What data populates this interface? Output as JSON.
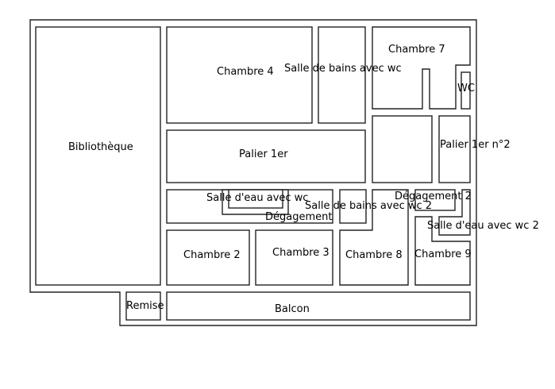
{
  "rooms": {
    "bibliotheque": "Bibliothèque",
    "chambre4": "Chambre 4",
    "salle_de_bains": "Salle de bains avec wc",
    "chambre7": "Chambre 7",
    "wc": "WC",
    "palier1": "Palier 1er",
    "palier2": "Palier 1er n°2",
    "salle_eau": "Salle d'eau avec wc",
    "degagement": "Dégagement",
    "salle_de_bains2": "Salle de bains avec wc 2",
    "degagement2": "Dégagement 2",
    "salle_eau2": "Salle d'eau avec wc 2",
    "chambre2": "Chambre 2",
    "chambre3": "Chambre 3",
    "chambre8": "Chambre 8",
    "chambre9": "Chambre 9",
    "remise": "Remise",
    "balcon": "Balcon"
  }
}
